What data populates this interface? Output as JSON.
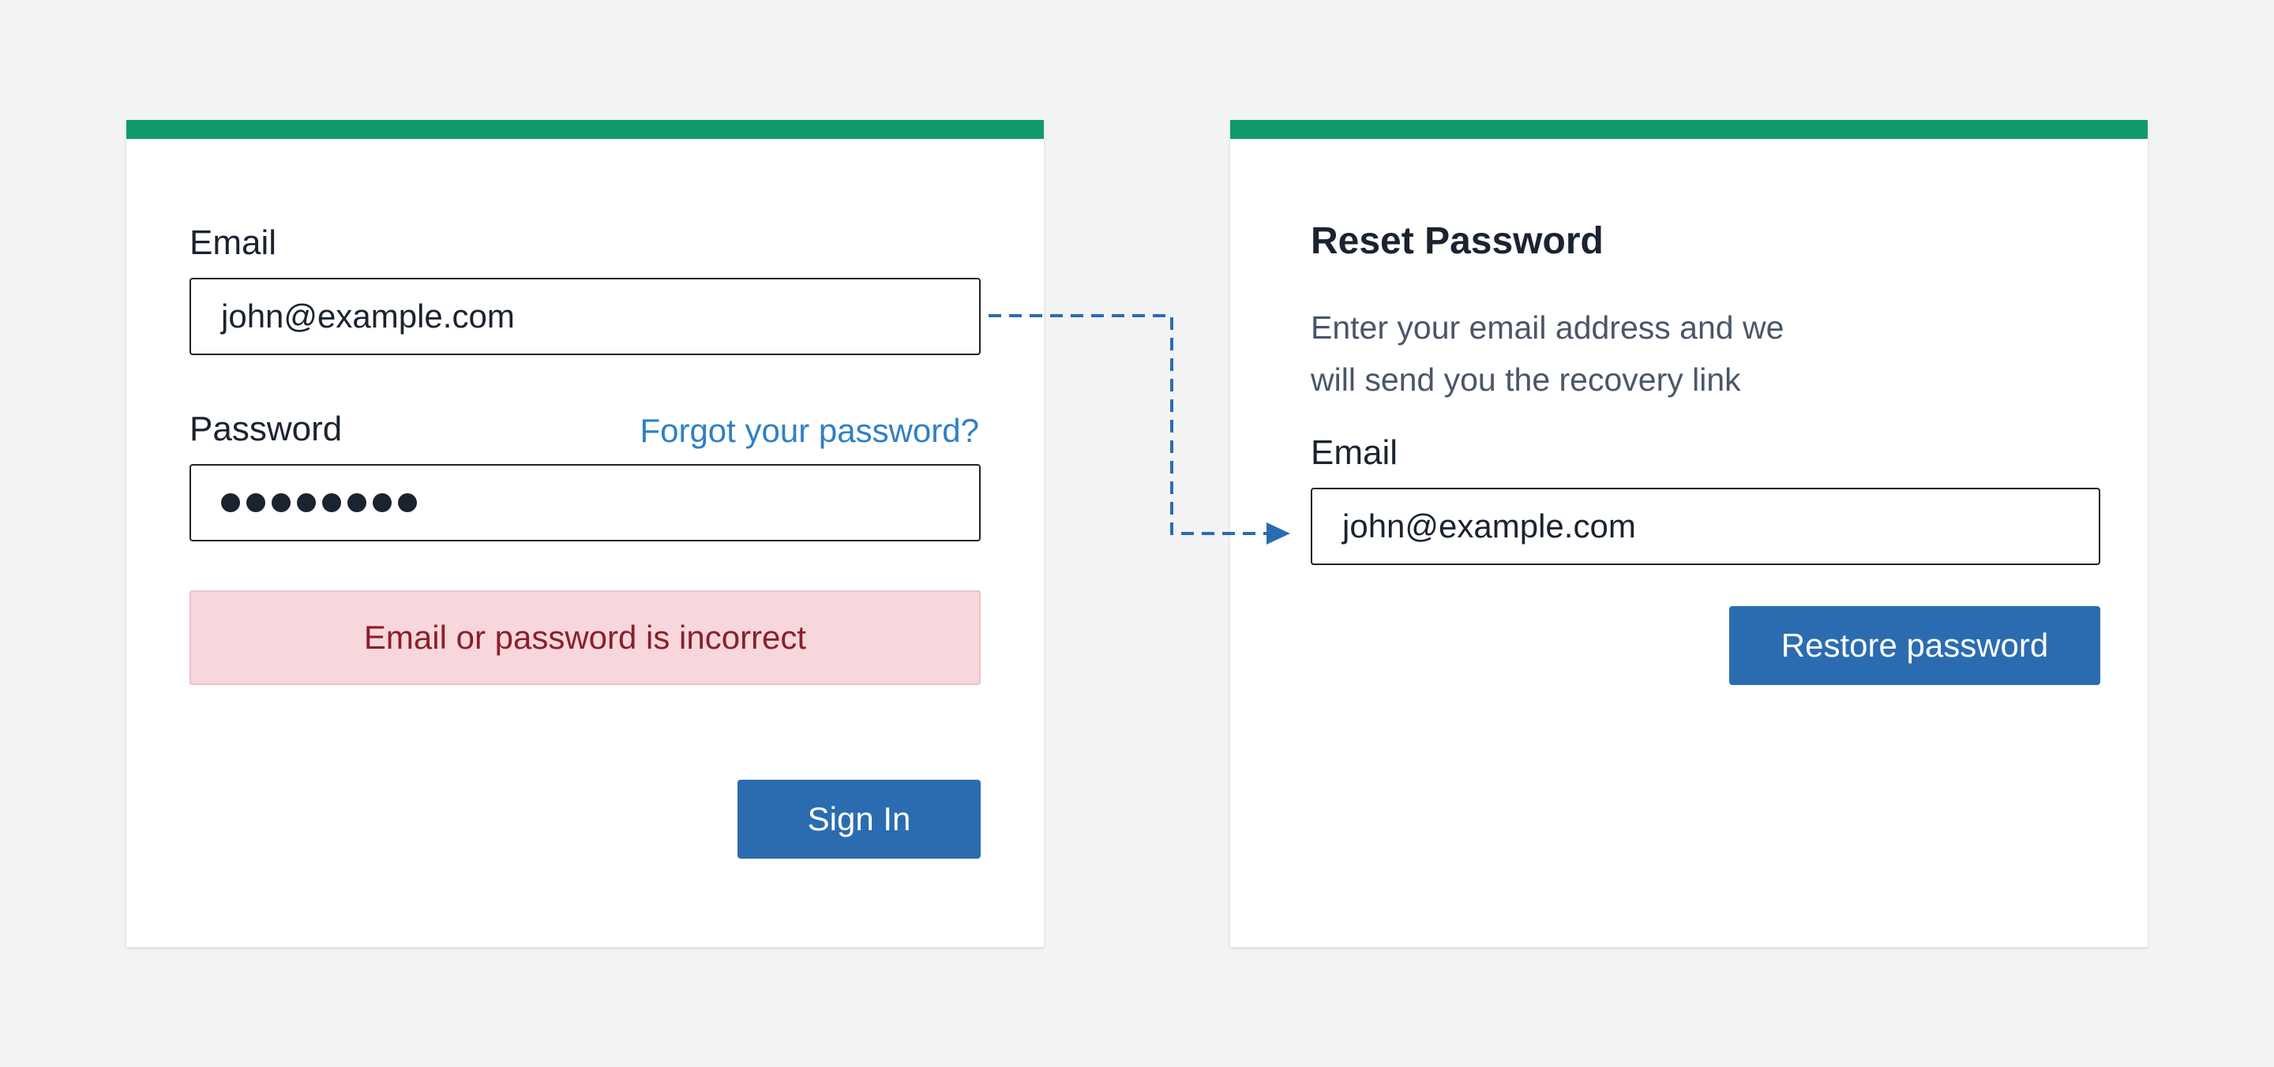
{
  "login": {
    "email_label": "Email",
    "email_value": "john@example.com",
    "password_label": "Password",
    "forgot_link": "Forgot your password?",
    "password_mask_count": 8,
    "error_message": "Email or password is incorrect",
    "sign_in_label": "Sign In"
  },
  "reset": {
    "title": "Reset Password",
    "description_line1": "Enter your email address and we",
    "description_line2": "will send you the recovery link",
    "email_label": "Email",
    "email_value": "john@example.com",
    "restore_label": "Restore password"
  },
  "colors": {
    "accent_top_bar": "#0f9a6d",
    "primary_button": "#2b6cb0",
    "link": "#2f80c6",
    "error_bg": "#f7d7db",
    "error_text": "#8a1f2b",
    "connector": "#2b6cb0"
  }
}
